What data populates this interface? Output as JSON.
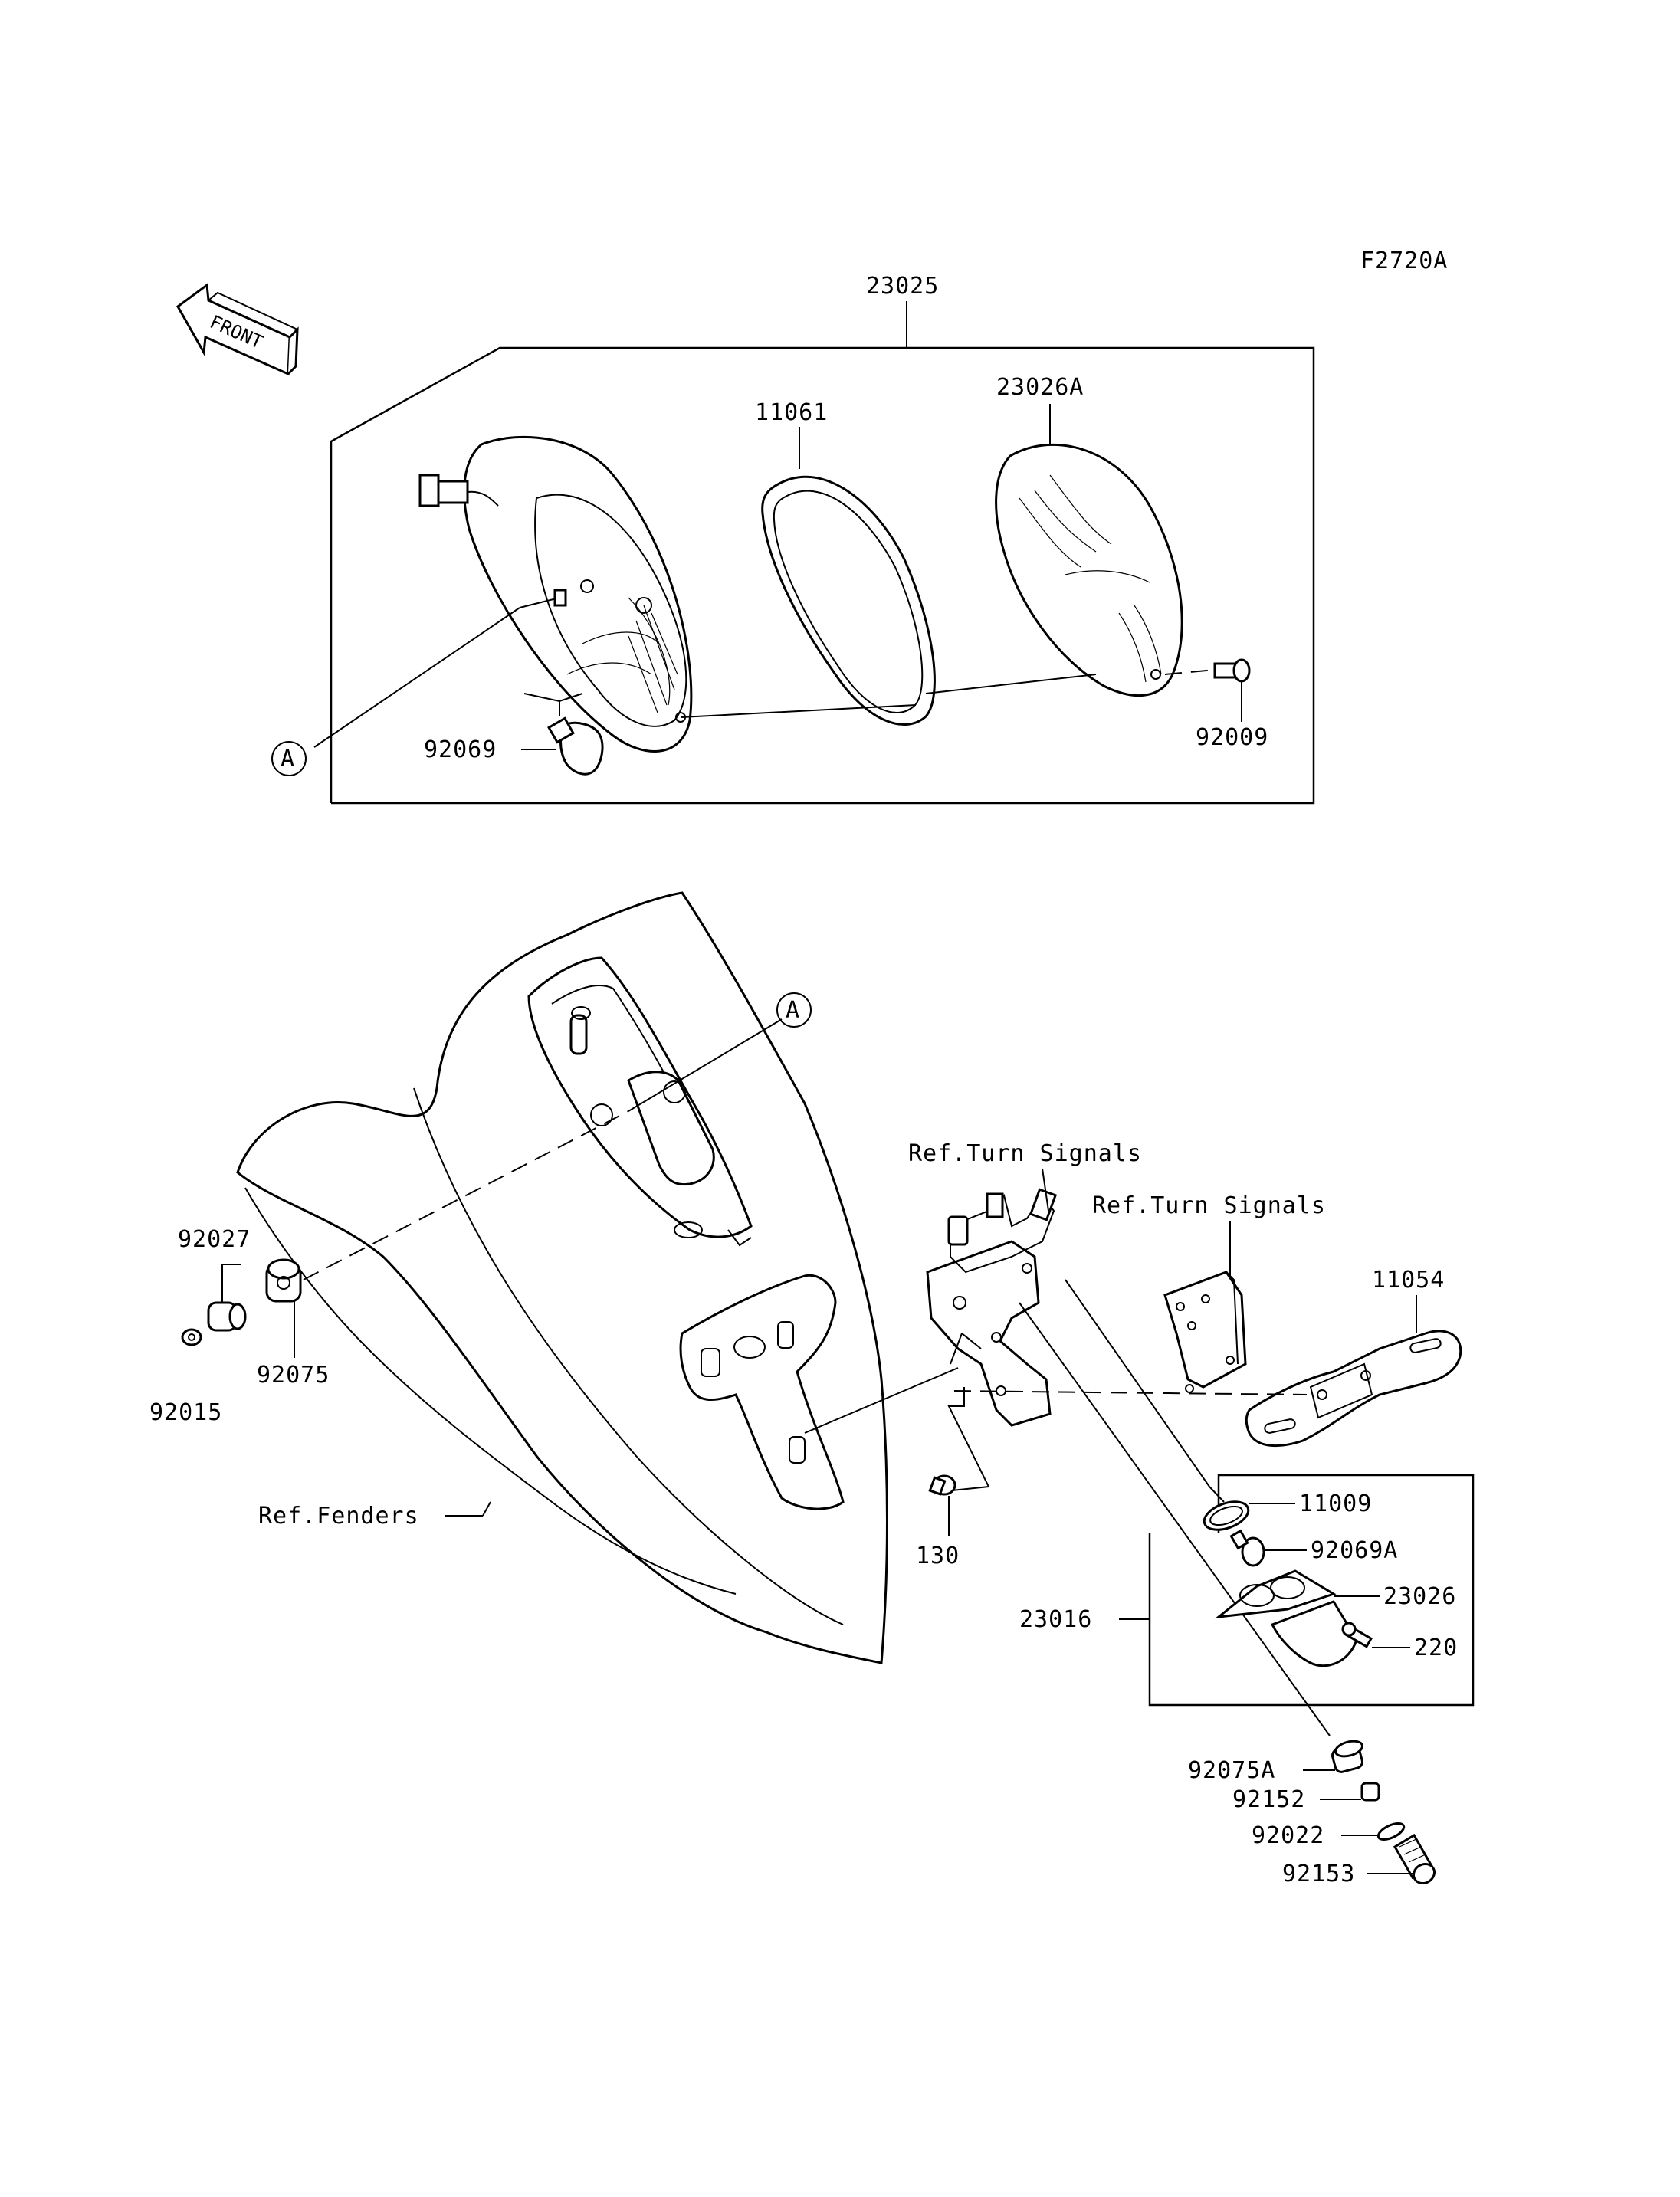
{
  "figure_code": "F2720A",
  "front_arrow_label": "FRONT",
  "reference_marker": "A",
  "part_labels": {
    "assembly_23025": "23025",
    "gasket_11061": "11061",
    "lens_23026A": "23026A",
    "screw_92009": "92009",
    "bulb_92069": "92069",
    "collar_92027": "92027",
    "damper_92075": "92075",
    "nut_92015": "92015",
    "bolt_130": "130",
    "bracket_11054": "11054",
    "gasket_11009": "11009",
    "bulb_92069A": "92069A",
    "lamp_23026": "23026",
    "screw_220": "220",
    "license_lamp_23016": "23016",
    "damper_92075A": "92075A",
    "collar_92152": "92152",
    "washer_92022": "92022",
    "bolt_92153": "92153"
  },
  "references": {
    "turn_signals_1": "Ref.Turn Signals",
    "turn_signals_2": "Ref.Turn Signals",
    "fenders": "Ref.Fenders"
  }
}
